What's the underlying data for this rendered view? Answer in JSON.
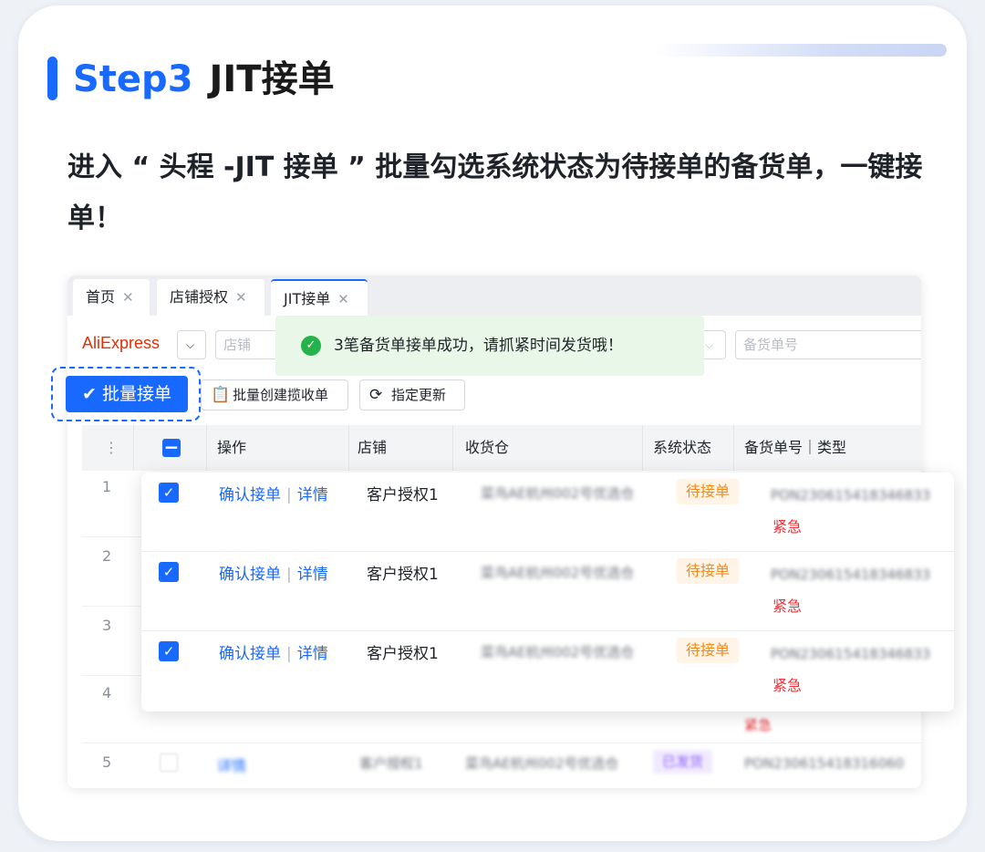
{
  "header": {
    "step": "Step3",
    "title": "JIT接单",
    "description": "进入 “ 头程 -JIT 接单 ” 批量勾选系统状态为待接单的备货单，一键接单！"
  },
  "tabs": [
    {
      "label": "首页",
      "active": false
    },
    {
      "label": "店铺授权",
      "active": false
    },
    {
      "label": "JIT接单",
      "active": true
    }
  ],
  "filters": {
    "platform": "AliExpress",
    "shop_placeholder": "店铺",
    "po_placeholder": "备货单号"
  },
  "toast": {
    "message": "3笔备货单接单成功，请抓紧时间发货哦！",
    "color": "#26b24a"
  },
  "toolbar": {
    "batch_accept": "批量接单",
    "batch_create": "批量创建揽收单",
    "refresh": "指定更新"
  },
  "table": {
    "headers": {
      "action": "操作",
      "shop": "店铺",
      "warehouse": "收货仓",
      "status": "系统状态",
      "po": "备货单号｜类型"
    },
    "row_numbers": [
      "1",
      "2",
      "3",
      "4",
      "5"
    ],
    "selected_rows": [
      {
        "actions": [
          "确认接单",
          "详情"
        ],
        "shop": "客户授权1",
        "warehouse": "菜鸟AE杭州002号优选仓",
        "status": "待接单",
        "po": "PON230615418346833",
        "type": "紧急",
        "checked": true
      },
      {
        "actions": [
          "确认接单",
          "详情"
        ],
        "shop": "客户授权1",
        "warehouse": "菜鸟AE杭州002号优选仓",
        "status": "待接单",
        "po": "PON230615418346833",
        "type": "紧急",
        "checked": true
      },
      {
        "actions": [
          "确认接单",
          "详情"
        ],
        "shop": "客户授权1",
        "warehouse": "菜鸟AE杭州002号优选仓",
        "status": "待接单",
        "po": "PON230615418346833",
        "type": "紧急",
        "checked": true
      }
    ],
    "row4_type": "紧急",
    "row5": {
      "action": "详情",
      "shop": "客户授权1",
      "warehouse": "菜鸟AE杭州002号优选仓",
      "status": "已发货",
      "po": "PON230615418316060"
    }
  },
  "colors": {
    "accent": "#1769ff",
    "pending": "#f08a1c",
    "urgent": "#e8333a",
    "shipped": "#8b5cf6"
  }
}
